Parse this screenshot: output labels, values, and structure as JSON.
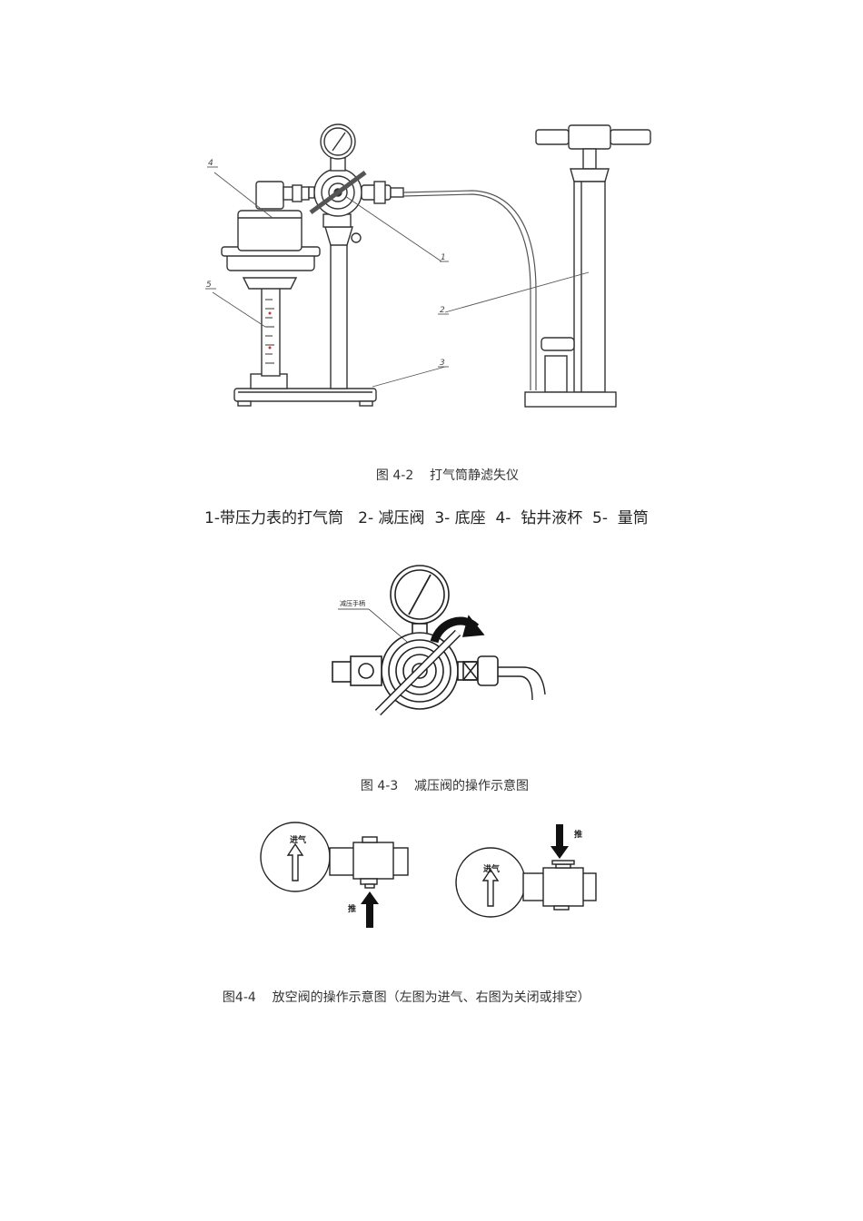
{
  "figure_4_2": {
    "caption_label": "图 4-2",
    "caption_text": "打气筒静滤失仪",
    "callouts": [
      "4",
      "5",
      "1",
      "2",
      "3"
    ],
    "legend": "1-带压力表的打气筒   2- 减压阀  3- 底座  4-  钻井液杯  5-  量筒"
  },
  "figure_4_3": {
    "caption_label": "图 4-3",
    "caption_text": "减压阀的操作示意图",
    "callout": "减压手柄"
  },
  "figure_4_4": {
    "caption_label": "图4-4",
    "caption_text": "放空阀的操作示意图（左图为进气、右图为关闭或排空）",
    "left": {
      "circle_label": "进气",
      "push_label": "推"
    },
    "right": {
      "circle_label": "进气",
      "push_label": "推"
    }
  }
}
